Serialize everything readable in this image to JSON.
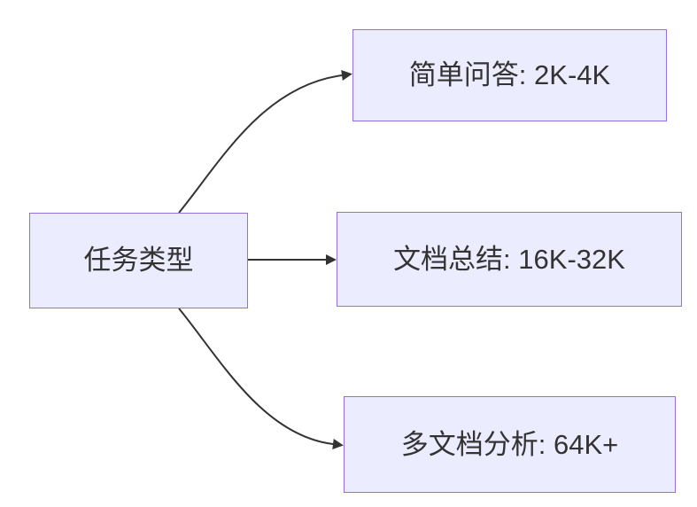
{
  "diagram": {
    "root": {
      "id": "task-type",
      "label": "任务类型"
    },
    "branches": [
      {
        "id": "simple-qa",
        "label": "简单问答: 2K-4K"
      },
      {
        "id": "doc-summary",
        "label": "文档总结: 16K-32K"
      },
      {
        "id": "multi-doc-analysis",
        "label": "多文档分析: 64K+"
      }
    ],
    "edges": [
      {
        "from": "task-type",
        "to": "simple-qa"
      },
      {
        "from": "task-type",
        "to": "doc-summary"
      },
      {
        "from": "task-type",
        "to": "multi-doc-analysis"
      }
    ],
    "colors": {
      "node_fill": "#ECECFF",
      "node_border": "#9370DB",
      "edge_stroke": "#333333",
      "text": "#333333",
      "background": "#FFFFFF"
    }
  }
}
